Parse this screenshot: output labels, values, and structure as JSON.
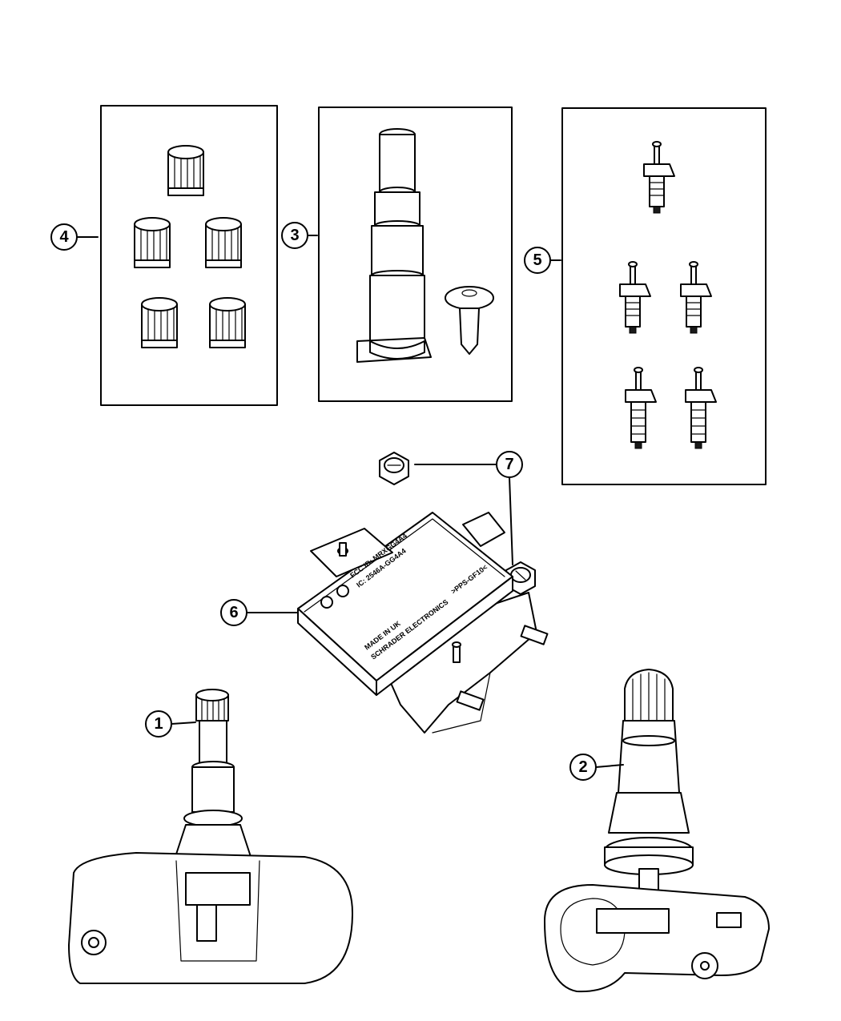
{
  "callouts": {
    "c1": "1",
    "c2": "2",
    "c3": "3",
    "c4": "4",
    "c5": "5",
    "c6": "6",
    "c7": "7"
  },
  "module_text": {
    "line1": "FCC ID: MRXGG4A4",
    "line2": "IC: 2546A-GG4A4",
    "line3": "MADE IN UK",
    "line4": "SCHRADER ELECTRONICS",
    "line5": ">PPS-GF10<"
  }
}
